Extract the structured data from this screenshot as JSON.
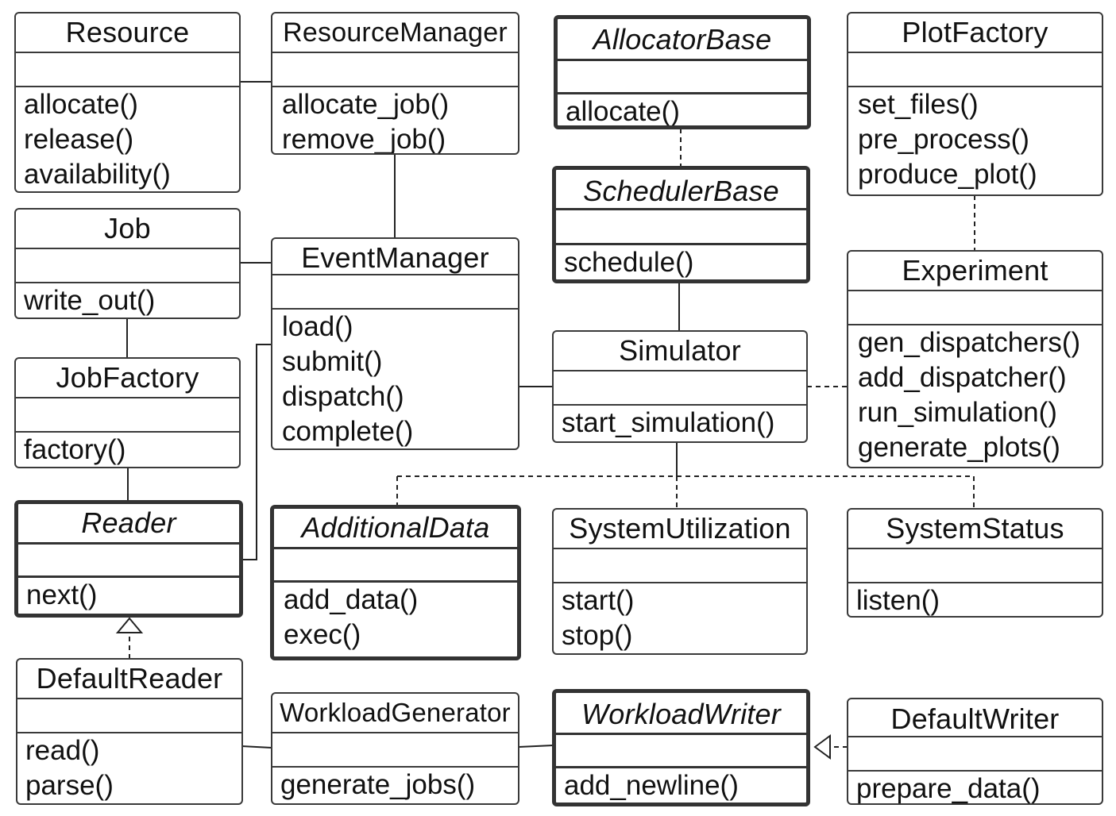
{
  "classes": {
    "resource": {
      "name": "Resource",
      "ops": [
        "allocate()",
        "release()",
        "availability()"
      ]
    },
    "resource_manager": {
      "name": "ResourceManager",
      "ops": [
        "allocate_job()",
        "remove_job()"
      ]
    },
    "allocator_base": {
      "name": "AllocatorBase",
      "ops": [
        "allocate()"
      ]
    },
    "plot_factory": {
      "name": "PlotFactory",
      "ops": [
        "set_files()",
        "pre_process()",
        "produce_plot()"
      ]
    },
    "job": {
      "name": "Job",
      "ops": [
        "write_out()"
      ]
    },
    "event_manager": {
      "name": "EventManager",
      "ops": [
        "load()",
        "submit()",
        "dispatch()",
        "complete()"
      ]
    },
    "scheduler_base": {
      "name": "SchedulerBase",
      "ops": [
        "schedule()"
      ]
    },
    "experiment": {
      "name": "Experiment",
      "ops": [
        "gen_dispatchers()",
        "add_dispatcher()",
        "run_simulation()",
        "generate_plots()"
      ]
    },
    "simulator": {
      "name": "Simulator",
      "ops": [
        "start_simulation()"
      ]
    },
    "job_factory": {
      "name": "JobFactory",
      "ops": [
        "factory()"
      ]
    },
    "reader": {
      "name": "Reader",
      "ops": [
        "next()"
      ]
    },
    "additional_data": {
      "name": "AdditionalData",
      "ops": [
        "add_data()",
        "exec()"
      ]
    },
    "system_utilization": {
      "name": "SystemUtilization",
      "ops": [
        "start()",
        "stop()"
      ]
    },
    "system_status": {
      "name": "SystemStatus",
      "ops": [
        "listen()"
      ]
    },
    "default_reader": {
      "name": "DefaultReader",
      "ops": [
        "read()",
        "parse()"
      ]
    },
    "workload_generator": {
      "name": "WorkloadGenerator",
      "ops": [
        "generate_jobs()"
      ]
    },
    "workload_writer": {
      "name": "WorkloadWriter",
      "ops": [
        "add_newline()"
      ]
    },
    "default_writer": {
      "name": "DefaultWriter",
      "ops": [
        "prepare_data()"
      ]
    }
  }
}
